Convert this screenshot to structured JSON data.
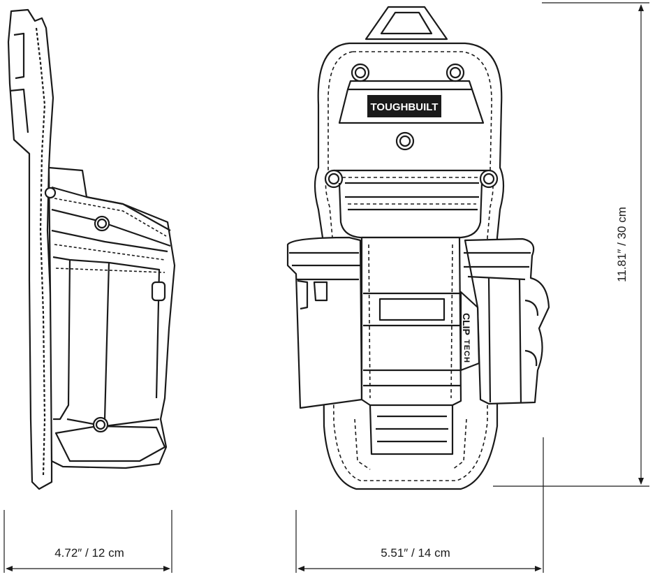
{
  "brand": {
    "logo_text": "TOUGHBUILT"
  },
  "side_view": {
    "clip_label_main": "CLIP",
    "clip_label_sub": "TECH"
  },
  "dimensions": {
    "width_side": "4.72″ / 12 cm",
    "width_front": "5.51″ / 14 cm",
    "height": "11.81″ / 30 cm"
  },
  "colors": {
    "line": "#1a1a1a",
    "fill": "#ffffff",
    "logo_bg": "#1a1a1a"
  }
}
